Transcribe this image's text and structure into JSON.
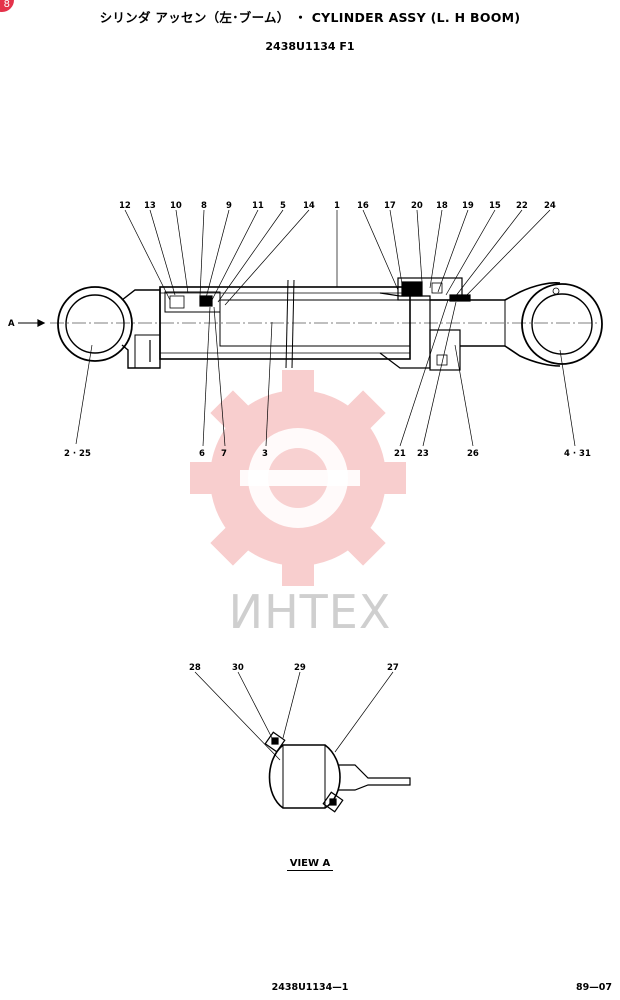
{
  "title": "シリンダ アッセン（左･ブーム） ・ CYLINDER ASSY (L. H BOOM)",
  "drawing_number": "2438U1134 F1",
  "view_label": "VIEW A",
  "view_arrow_label": "A",
  "footer_code": "2438U1134—1",
  "footer_date": "89—07",
  "corner_badge": "8",
  "watermark": {
    "text": "ИНТЕХ",
    "color": "#f7c6c6"
  },
  "part_labels_top": [
    "12",
    "13",
    "10",
    "8",
    "9",
    "11",
    "5",
    "14",
    "1",
    "16",
    "17",
    "20",
    "18",
    "19",
    "15",
    "22",
    "24"
  ],
  "part_labels_bottom": [
    "2 · 25",
    "6",
    "7",
    "3",
    "21",
    "23",
    "26",
    "4 · 31"
  ],
  "view_labels": [
    "28",
    "30",
    "29",
    "27"
  ]
}
